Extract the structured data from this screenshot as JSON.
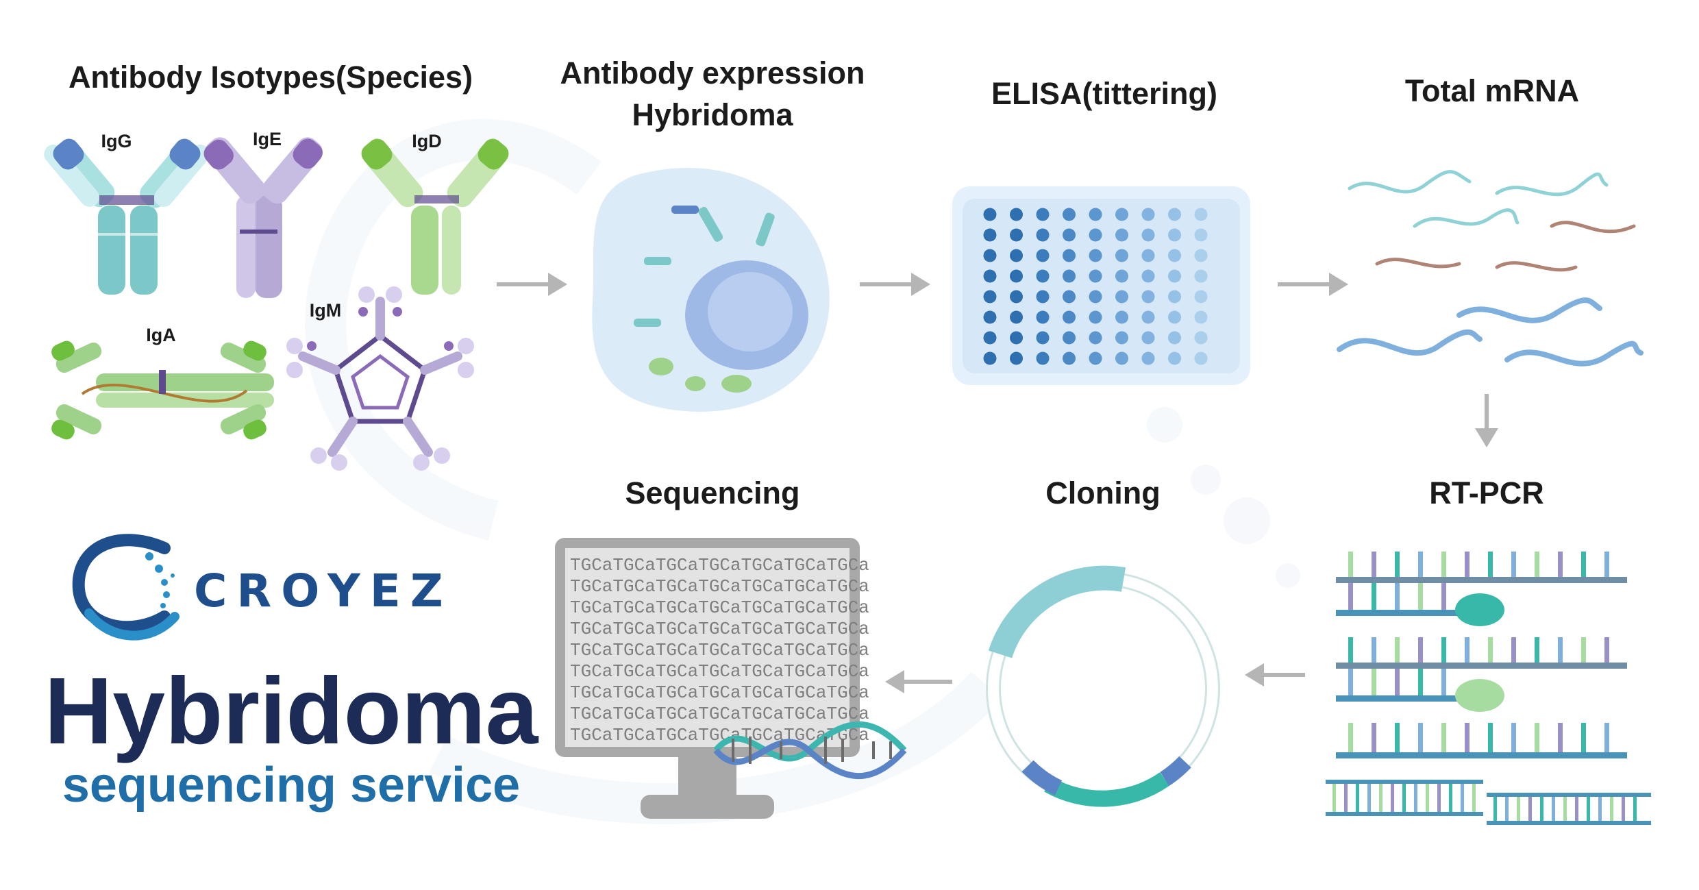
{
  "steps": {
    "isotypes": "Antibody Isotypes(Species)",
    "expression_line1": "Antibody expression",
    "expression_line2": "Hybridoma",
    "elisa": "ELISA(tittering)",
    "mrna": "Total mRNA",
    "rtpcr": "RT-PCR",
    "cloning": "Cloning",
    "sequencing": "Sequencing"
  },
  "isotype_labels": {
    "igg": "IgG",
    "ige": "IgE",
    "igd": "IgD",
    "iga": "IgA",
    "igm": "IgM"
  },
  "sequence_lines": [
    "TGCaTGCaTGCaTGCaTGCaTGCaTGCa",
    "TGCaTGCaTGCaTGCaTGCaTGCaTGCa",
    "TGCaTGCaTGCaTGCaTGCaTGCaTGCa",
    "TGCaTGCaTGCaTGCaTGCaTGCaTGCa",
    "TGCaTGCaTGCaTGCaTGCaTGCaTGCa",
    "TGCaTGCaTGCaTGCaTGCaTGCaTGCa",
    "TGCaTGCaTGCaTGCaTGCaTGCaTGCa",
    "TGCaTGCaTGCaTGCaTGCaTGCaTGCa",
    "TGCaTGCaTGCaTGCaTGCaTGCaTGCa"
  ],
  "brand": {
    "name": "CROYEZ",
    "headline": "Hybridoma",
    "subheadline": "sequencing service"
  },
  "colors": {
    "igg": "#7cc8c8",
    "ige": "#b7a9d6",
    "igd": "#a9d98f",
    "iga": "#9ed28a",
    "igm": "#5e4a8f",
    "arrow": "#b5b5b5",
    "cell": "#dcebf8",
    "elisa_plate": "#d6e8f7",
    "mrna_blue": "#7fb0dd",
    "mrna_brown": "#b08474",
    "plasmid": "#8ecfd6",
    "headline": "#1c2c57",
    "subheadline": "#1f6ea8",
    "brand": "#1f4e8c"
  }
}
